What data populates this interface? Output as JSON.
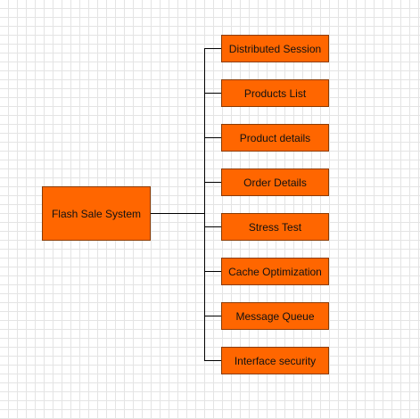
{
  "diagram": {
    "colors": {
      "node_fill": "#ff6600",
      "node_border": "#8a3a00",
      "connector": "#000000",
      "grid": "#e4e4e4",
      "background": "#ffffff"
    },
    "root": {
      "label": "Flash Sale System"
    },
    "children": [
      {
        "label": "Distributed Session"
      },
      {
        "label": "Products List"
      },
      {
        "label": "Product details"
      },
      {
        "label": "Order Details"
      },
      {
        "label": "Stress Test"
      },
      {
        "label": "Cache Optimization"
      },
      {
        "label": "Message Queue"
      },
      {
        "label": "Interface security"
      }
    ]
  }
}
